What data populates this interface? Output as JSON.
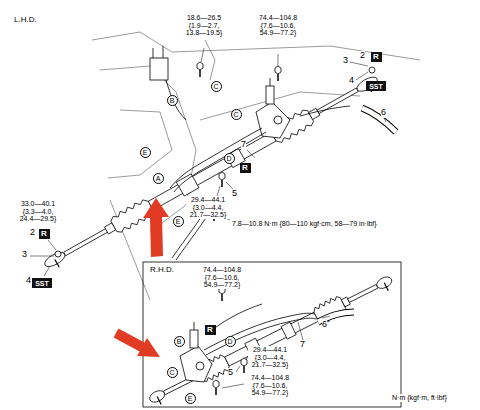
{
  "diagram": {
    "nodes": [
      {
        "text": [
          "R"
        ]
      },
      {
        "text": [
          "C"
        ]
      },
      {
        "text": [
          "SST"
        ]
      },
      {
        "text": [
          "B"
        ]
      },
      {
        "text": [
          "C"
        ]
      },
      {
        "text": [
          "E"
        ]
      },
      {
        "text": [
          "D"
        ]
      },
      {
        "text": [
          "R"
        ]
      },
      {
        "text": [
          "A"
        ]
      },
      {
        "text": [
          "E"
        ]
      },
      {
        "text": [
          "R"
        ]
      },
      {
        "text": [
          "SST"
        ]
      },
      {
        "text": [
          "R"
        ]
      },
      {
        "text": [
          "B"
        ]
      },
      {
        "text": [
          "D"
        ]
      },
      {
        "text": [
          "C"
        ]
      },
      {
        "text": [
          "E"
        ]
      }
    ],
    "labels": [
      "L.H.D.",
      "18.6—26.5 {1.9—2.7, 13.8—19.5}",
      "74.4—104.8 {7.6—10.6, 54.9—77.2}",
      "2",
      "3",
      "4",
      "6",
      "7",
      "5",
      "29.4—44.1 {3.0—4.4, 21.7—32.5}",
      "7.8—10.8 N·m {80—110 kgf·cm, 58—79 in·lbf}",
      "33.0—40.1 {3.3—4.0, 24.4—29.5}",
      "2",
      "3",
      "4",
      "R.H.D.",
      "74.4—104.8 {7.6—10.6, 54.9—77.2}",
      "6",
      "7",
      "29.4—44.1 {3.0—4.4, 21.7—32.5}",
      "5",
      "74.4—104.8 {7.6—10.6, 54.9—77.2}",
      "N·m {kgf·m, ft·lbf}"
    ]
  }
}
